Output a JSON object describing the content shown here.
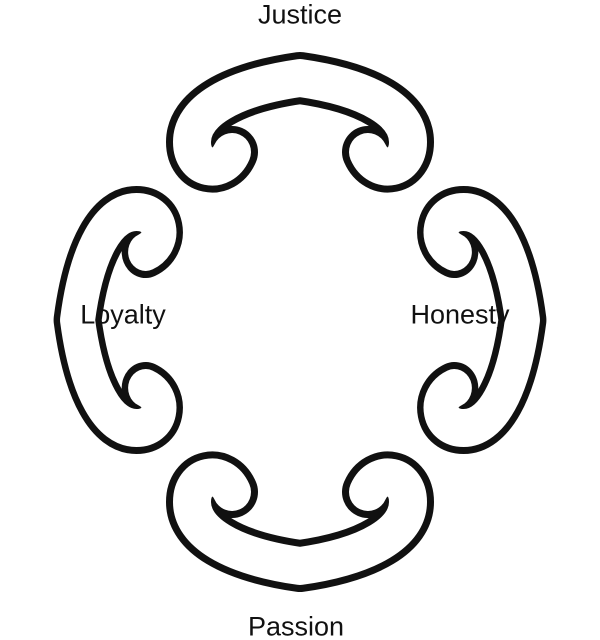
{
  "title": "Values diagram",
  "labels": {
    "top": "Justice",
    "left": "Loyalty",
    "right": "Honesty",
    "bottom": "Passion"
  },
  "colors": {
    "outline": "#111111",
    "fill": "#ffffff"
  }
}
